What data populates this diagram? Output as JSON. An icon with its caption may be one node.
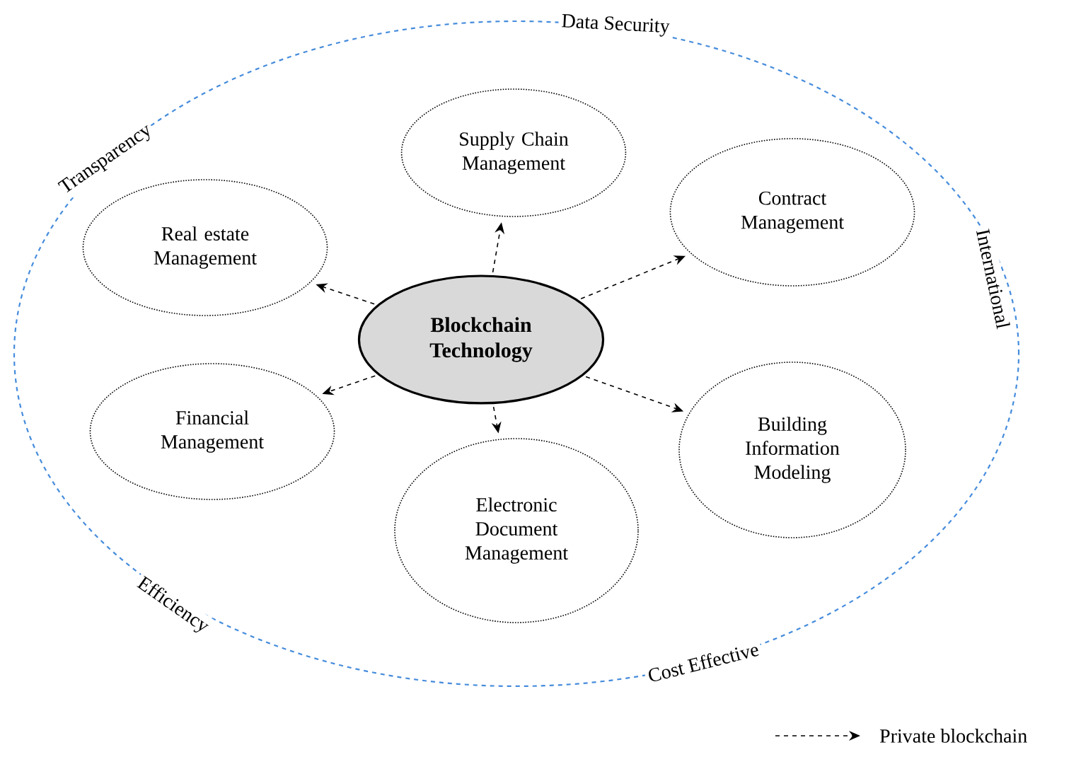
{
  "diagram": {
    "nodes": [
      {
        "text": [
          "Supply Chain Management"
        ]
      },
      {
        "text": [
          "Real estate Management"
        ]
      },
      {
        "text": [
          "Contract Management"
        ]
      },
      {
        "text": [
          "Blockchain Technology"
        ]
      },
      {
        "text": [
          "Financial Management"
        ]
      },
      {
        "text": [
          "Building Information Modeling"
        ]
      },
      {
        "text": [
          "Electronic Document Management"
        ]
      }
    ],
    "edges": [
      {
        "from": 3,
        "to": 0,
        "arrow": "to",
        "style": "dashed"
      },
      {
        "from": 3,
        "to": 1,
        "arrow": "to",
        "style": "dashed"
      },
      {
        "from": 3,
        "to": 2,
        "arrow": "to",
        "style": "dashed"
      },
      {
        "from": 3,
        "to": 4,
        "arrow": "to",
        "style": "dashed"
      },
      {
        "from": 3,
        "to": 5,
        "arrow": "to",
        "style": "dashed"
      },
      {
        "from": 3,
        "to": 6,
        "arrow": "to",
        "style": "dashed"
      }
    ],
    "labels": [
      "Data Security",
      "Transparency",
      "International",
      "Efficiency",
      "Cost Effective"
    ],
    "legend": [
      {
        "text": "Private blockchain"
      }
    ]
  }
}
